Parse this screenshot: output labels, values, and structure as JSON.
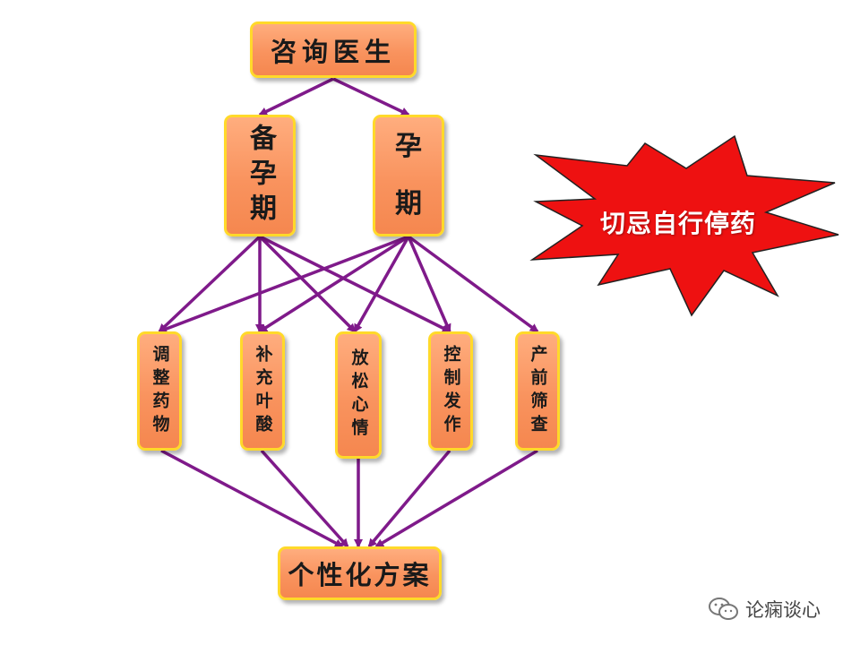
{
  "colors": {
    "node_fill": "#f9935e",
    "node_border": "#ffd92a",
    "arrow": "#7f1a8a",
    "burst_fill": "#ee1111",
    "burst_outline": "#222222"
  },
  "nodes": {
    "consult": "咨询医生",
    "preconception": "备孕期",
    "pregnancy_top": "孕",
    "pregnancy_bottom": "期",
    "adjust_medication": "调整药物",
    "folic_acid": "补充叶酸",
    "relax": "放松心情",
    "control_seizures": "控制发作",
    "prenatal_screening": "产前筛查",
    "individualized_plan": "个性化方案"
  },
  "warning": {
    "text": "切忌自行停药"
  },
  "watermark": {
    "text": "论痫谈心",
    "icon": "wechat-icon"
  }
}
